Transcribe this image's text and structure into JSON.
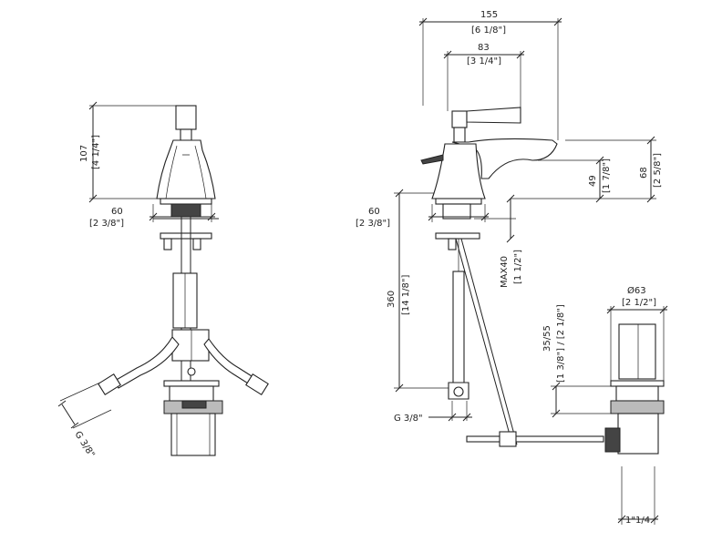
{
  "dimensions": {
    "left_height_mm": "107",
    "left_height_in": "[4 1/4\"]",
    "left_width_mm": "60",
    "left_width_in": "[2 3/8\"]",
    "left_thread": "G 3/8\"",
    "top_width_mm": "155",
    "top_width_in": "[6 1/8\"]",
    "handle_mm": "83",
    "handle_in": "[3 1/4\"]",
    "spout_h_mm": "49",
    "spout_h_in": "[1 7/8\"]",
    "total_h_mm": "68",
    "total_h_in": "[2 5/8\"]",
    "base_mm": "60",
    "base_in": "[2 3/8\"]",
    "deck_label": "MAX40",
    "deck_in": "[1 1/2\"]",
    "hose_mm": "360",
    "hose_in": "[14 1/8\"]",
    "right_thread": "G 3/8\"",
    "drain_dia": "Ø63",
    "drain_dia_in": "[2 1/2\"]",
    "drain_h_mm": "35/55",
    "drain_h_in": "[1 3/8\"] / [2 1/8\"]",
    "drain_thread": "1\"1/4"
  }
}
